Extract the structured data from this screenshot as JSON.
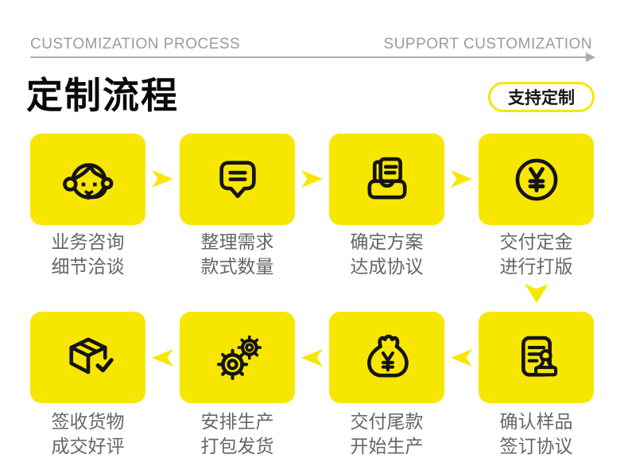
{
  "header": {
    "eyebrow_left": "CUSTOMIZATION PROCESS",
    "eyebrow_right": "SUPPORT CUSTOMIZATION",
    "title": "定制流程",
    "badge_label": "支持定制"
  },
  "colors": {
    "accent_yellow": "#F7E600",
    "icon_stroke": "#141414",
    "caption_gray": "#9B9B9B",
    "label_gray": "#666666",
    "rule_gray": "#ACACAC",
    "title_black": "#0A0A0A"
  },
  "flow": {
    "row1": [
      {
        "icon": "customer-service-icon",
        "line1": "业务咨询",
        "line2": "细节洽谈"
      },
      {
        "icon": "chat-bubble-icon",
        "line1": "整理需求",
        "line2": "款式数量"
      },
      {
        "icon": "document-tray-icon",
        "line1": "确定方案",
        "line2": "达成协议"
      },
      {
        "icon": "yen-coin-icon",
        "line1": "交付定金",
        "line2": "进行打版"
      }
    ],
    "row2": [
      {
        "icon": "package-check-icon",
        "line1": "签收货物",
        "line2": "成交好评"
      },
      {
        "icon": "gears-icon",
        "line1": "安排生产",
        "line2": "打包发货"
      },
      {
        "icon": "money-bag-icon",
        "line1": "交付尾款",
        "line2": "开始生产"
      },
      {
        "icon": "contract-stamp-icon",
        "line1": "确认样品",
        "line2": "签订协议"
      }
    ],
    "direction_row1": "left-to-right",
    "direction_row2": "right-to-left"
  }
}
